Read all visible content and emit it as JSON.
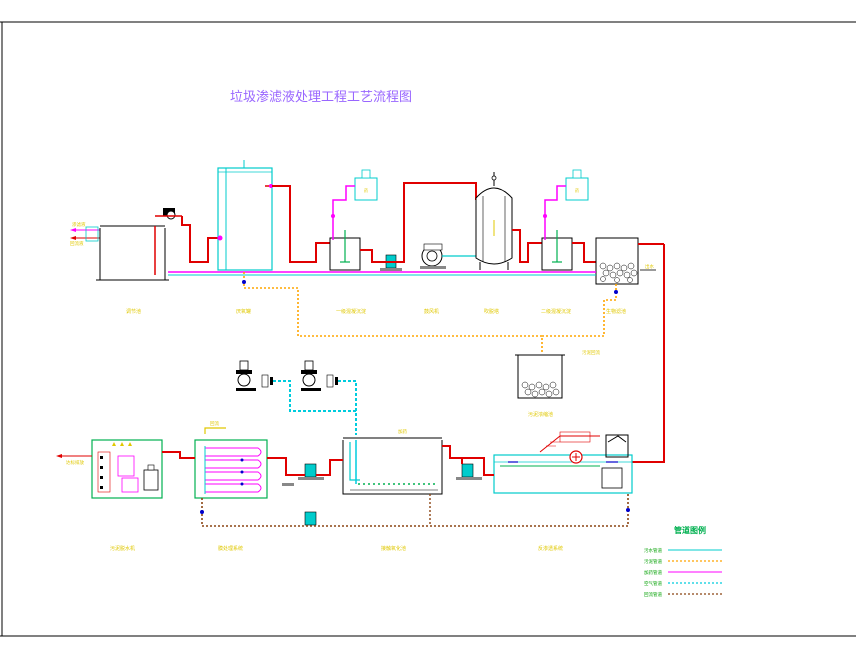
{
  "title": "垃圾渗滤液处理工程工艺流程图",
  "equipment_labels": {
    "regulating_tank": "调节池",
    "anaerobic_reactor": "厌氧罐",
    "coag_tank_1": "一级混凝沉淀",
    "blower": "鼓风机",
    "ammonia_tower": "吹脱塔",
    "coag_tank_2": "二级混凝沉淀",
    "bio_filter": "生物滤池",
    "sludge_tank": "污泥浓缩池",
    "membrane_unit": "膜处理系统",
    "aeration_tank": "接触氧化池",
    "sludge_dewater": "污泥脱水机",
    "reverse_osmosis": "反渗透系统"
  },
  "inlet_labels": [
    "渗滤液",
    "回流液"
  ],
  "outlet_label": "达标排放",
  "notes": {
    "membrane": "回流",
    "sludge_in": "污泥回流",
    "dosing": "加药",
    "outlet_right": "出水"
  },
  "legend": {
    "title": "管道图例",
    "items": [
      {
        "label": "污水管道",
        "color": "#00cccc",
        "style": "solid"
      },
      {
        "label": "污泥管道",
        "color": "#ffa500",
        "style": "dotted"
      },
      {
        "label": "加药管道",
        "color": "#ff00ff",
        "style": "solid"
      },
      {
        "label": "空气管道",
        "color": "#00ccdd",
        "style": "dotted"
      },
      {
        "label": "回流管道",
        "color": "#8b4513",
        "style": "dotted"
      }
    ]
  }
}
